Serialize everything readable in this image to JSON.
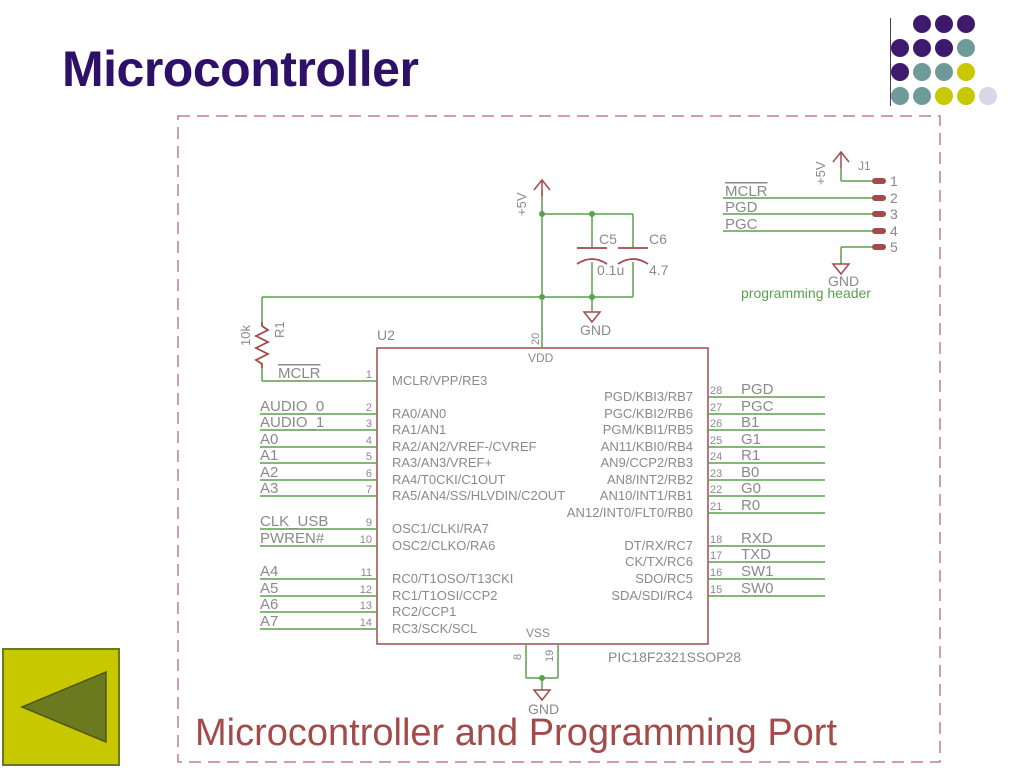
{
  "slide": {
    "title": "Microcontroller"
  },
  "schematic": {
    "caption": "Microcontroller and Programming Port",
    "chip": {
      "ref": "U2",
      "part": "PIC18F2321SSOP28",
      "vdd_label": "VDD",
      "vss_label": "VSS",
      "vdd_pin": "20",
      "vss_pins": [
        "8",
        "19"
      ],
      "left_pins": [
        {
          "num": "1",
          "name": "MCLR/VPP/RE3",
          "net": "MCLR"
        },
        {
          "num": "2",
          "name": "RA0/AN0",
          "net": "AUDIO_0"
        },
        {
          "num": "3",
          "name": "RA1/AN1",
          "net": "AUDIO_1"
        },
        {
          "num": "4",
          "name": "RA2/AN2/VREF-/CVREF",
          "net": "A0"
        },
        {
          "num": "5",
          "name": "RA3/AN3/VREF+",
          "net": "A1"
        },
        {
          "num": "6",
          "name": "RA4/T0CKI/C1OUT",
          "net": "A2"
        },
        {
          "num": "7",
          "name": "RA5/AN4/SS/HLVDIN/C2OUT",
          "net": "A3"
        },
        {
          "num": "9",
          "name": "OSC1/CLKI/RA7",
          "net": "CLK_USB"
        },
        {
          "num": "10",
          "name": "OSC2/CLKO/RA6",
          "net": "PWREN#"
        },
        {
          "num": "11",
          "name": "RC0/T1OSO/T13CKI",
          "net": "A4"
        },
        {
          "num": "12",
          "name": "RC1/T1OSI/CCP2",
          "net": "A5"
        },
        {
          "num": "13",
          "name": "RC2/CCP1",
          "net": "A6"
        },
        {
          "num": "14",
          "name": "RC3/SCK/SCL",
          "net": "A7"
        }
      ],
      "right_pins": [
        {
          "num": "28",
          "name": "PGD/KBI3/RB7",
          "net": "PGD"
        },
        {
          "num": "27",
          "name": "PGC/KBI2/RB6",
          "net": "PGC"
        },
        {
          "num": "26",
          "name": "PGM/KBI1/RB5",
          "net": "B1"
        },
        {
          "num": "25",
          "name": "AN11/KBI0/RB4",
          "net": "G1"
        },
        {
          "num": "24",
          "name": "AN9/CCP2/RB3",
          "net": "R1"
        },
        {
          "num": "23",
          "name": "AN8/INT2/RB2",
          "net": "B0"
        },
        {
          "num": "22",
          "name": "AN10/INT1/RB1",
          "net": "G0"
        },
        {
          "num": "21",
          "name": "AN12/INT0/FLT0/RB0",
          "net": "R0"
        },
        {
          "num": "18",
          "name": "DT/RX/RC7",
          "net": "RXD"
        },
        {
          "num": "17",
          "name": "CK/TX/RC6",
          "net": "TXD"
        },
        {
          "num": "16",
          "name": "SDO/RC5",
          "net": "SW1"
        },
        {
          "num": "15",
          "name": "SDA/SDI/RC4",
          "net": "SW0"
        }
      ]
    },
    "power": {
      "supply": "+5V",
      "ground": "GND"
    },
    "caps": [
      {
        "ref": "C5",
        "value": "0.1u"
      },
      {
        "ref": "C6",
        "value": "4.7"
      }
    ],
    "resistor": {
      "ref": "R1",
      "value": "10k"
    },
    "header": {
      "ref": "J1",
      "title": "programming header",
      "supply": "+5V",
      "ground": "GND",
      "pins": [
        "1",
        "2",
        "3",
        "4",
        "5"
      ],
      "nets": [
        "MCLR",
        "PGD",
        "PGC"
      ]
    },
    "colors": {
      "wire": "#5aa14e",
      "part": "#a34a4a",
      "text": "#8a8a8a",
      "frame": "#c08080"
    }
  },
  "nav": {
    "back_icon": "triangle-left-icon"
  },
  "decor": {
    "dot_colors": [
      "#3d1a6e",
      "#6e9a9a",
      "#c8c800",
      "#d8d8e8"
    ]
  }
}
